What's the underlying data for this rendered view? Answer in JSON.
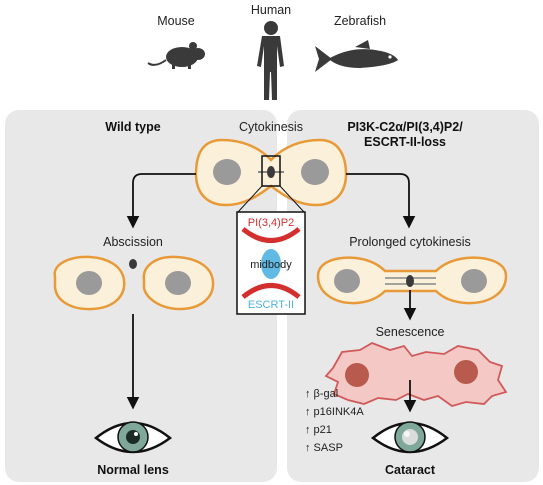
{
  "organisms": {
    "mouse": "Mouse",
    "human": "Human",
    "zebrafish": "Zebrafish"
  },
  "center": {
    "cytokinesis": "Cytokinesis"
  },
  "inset": {
    "top_label": "PI(3,4)P2",
    "middle_label": "midbody",
    "bottom_label": "ESCRT-II"
  },
  "left_panel": {
    "title": "Wild type",
    "step": "Abscission",
    "outcome": "Normal lens"
  },
  "right_panel": {
    "title_line1": "PI3K-C2α/PI(3,4)P2/",
    "title_line2": "ESCRT-II-loss",
    "step1": "Prolonged cytokinesis",
    "step2": "Senescence",
    "markers": [
      "↑ β-gal",
      "↑ p16INK4A",
      "↑ p21",
      "↑ SASP"
    ],
    "outcome": "Cataract"
  },
  "colors": {
    "panel_bg": "#e8e8e8",
    "cell_fill": "#fbf1da",
    "cell_border": "#e89a38",
    "nucleus": "#9a9a9a",
    "senescent_fill": "#f4c8c4",
    "senescent_border": "#d05a5a",
    "senescent_nucleus": "#b85a4e",
    "lipid_red": "#d32f2f",
    "escrt_blue": "#4fb3e0",
    "silhouette": "#3a3a3a"
  }
}
